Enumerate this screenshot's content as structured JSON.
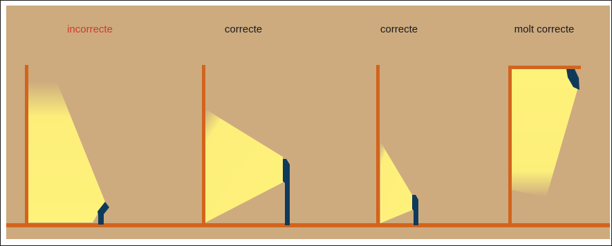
{
  "captions": [
    {
      "text": "incorrecte",
      "color": "#d23a2a"
    },
    {
      "text": "correcte",
      "color": "#1a1a1a"
    },
    {
      "text": "correcte",
      "color": "#1a1a1a"
    },
    {
      "text": "molt correcte",
      "color": "#1a1a1a"
    }
  ],
  "colors": {
    "background": "#cdab7f",
    "wall": "#d2641e",
    "lamp": "#0f3a5c",
    "light": "#fff27a"
  }
}
